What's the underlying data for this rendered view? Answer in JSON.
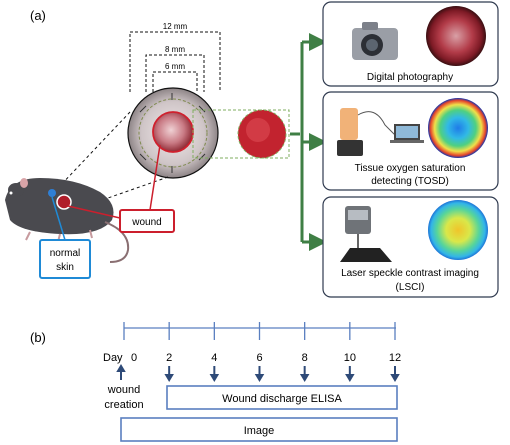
{
  "panel_a": {
    "label": "(a)",
    "measurements": [
      "12 mm",
      "8 mm",
      "6 mm"
    ],
    "wound_label": "wound",
    "normal_skin_label": [
      "normal",
      "skin"
    ],
    "methods": [
      {
        "lines": [
          "Digital photography"
        ]
      },
      {
        "lines": [
          "Tissue oxygen saturation",
          "detecting (TOSD)"
        ]
      },
      {
        "lines": [
          "Laser speckle contrast imaging",
          "(LSCI)"
        ]
      }
    ],
    "colors": {
      "box_border": "#2f3a4f",
      "arrow": "#3f7f45",
      "wound_box": "#cc1f2d",
      "skin_box": "#1f8ad6"
    }
  },
  "panel_b": {
    "label": "(b)",
    "day_prefix": "Day",
    "days": [
      "0",
      "2",
      "4",
      "6",
      "8",
      "10",
      "12"
    ],
    "wound_creation": [
      "wound",
      "creation"
    ],
    "elisa_label": "Wound discharge ELISA",
    "image_label": "Image",
    "colors": {
      "axis": "#5a7fc0",
      "arrow": "#2e4a78"
    }
  }
}
